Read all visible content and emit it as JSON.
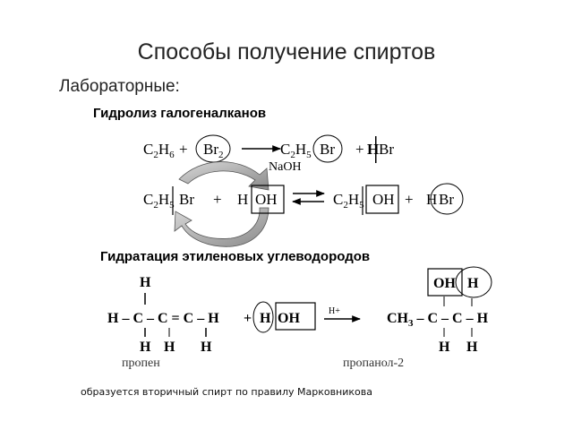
{
  "slide": {
    "title": "Способы получение спиртов",
    "subtitle": "Лабораторные:",
    "section1": "Гидролиз галогеналканов",
    "section2": "Гидратация этиленовых углеводородов",
    "note": "образуется вторичный спирт по правилу Марковникова"
  },
  "reaction1": {
    "ethane_C": "C",
    "ethane_sub1": "2",
    "ethane_H": "H",
    "ethane_sub2": "6",
    "plus1": "+",
    "br2": "Br",
    "br2_sub": "2",
    "prod_C": "C",
    "prod_sub1": "2",
    "prod_H": "H",
    "prod_sub2": "5",
    "prod_Br": "Br",
    "plus2": "+",
    "hbr_H": "H",
    "hbr_Br": "Br",
    "naoh": "NaOH"
  },
  "reaction2": {
    "r_C": "C",
    "r_sub1": "2",
    "r_H": "H",
    "r_sub2": "5",
    "r_Br": "Br",
    "plus1": "+",
    "w_H": "H",
    "w_OH": "OH",
    "p_C": "C",
    "p_sub1": "2",
    "p_H": "H",
    "p_sub2": "5",
    "p_OH": "OH",
    "plus2": "+",
    "p2_H": "H",
    "p2_Br": "Br"
  },
  "reaction3": {
    "top_H": "H",
    "chain": "H – C – C =  C – H",
    "plus": "+",
    "w_H": "H",
    "w_OH": "OH",
    "bottom1": "H",
    "bottom2": "H",
    "bottom3": "H",
    "catalyst": "H+",
    "ch3": "CH",
    "ch3_sub": "3",
    "prod_chain": " – C –  C – H",
    "prod_OH": "OH",
    "prod_H": "H",
    "prod_bottom1": "H",
    "prod_bottom2": "H",
    "label_left": "пропен",
    "label_right": "пропанол-2"
  }
}
